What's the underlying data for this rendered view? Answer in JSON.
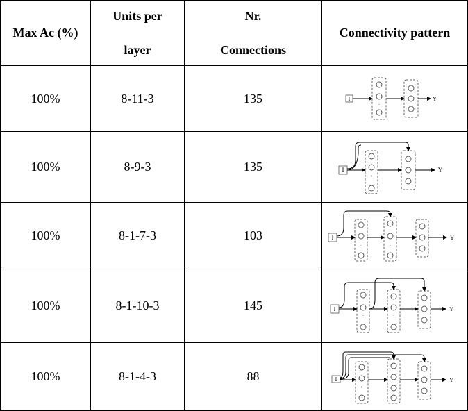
{
  "table": {
    "headers": {
      "max_ac": "Max Ac (%)",
      "units_line1": "Units per",
      "units_line2": "layer",
      "conn_line1": "Nr.",
      "conn_line2": "Connections",
      "pattern": "Connectivity pattern"
    },
    "rows": [
      {
        "max_ac": "100%",
        "units": "8-11-3",
        "connections": "135"
      },
      {
        "max_ac": "100%",
        "units": "8-9-3",
        "connections": "135"
      },
      {
        "max_ac": "100%",
        "units": "8-1-7-3",
        "connections": "103"
      },
      {
        "max_ac": "100%",
        "units": "8-1-10-3",
        "connections": "145"
      },
      {
        "max_ac": "100%",
        "units": "8-1-4-3",
        "connections": "88"
      }
    ]
  },
  "diagram_labels": {
    "input": "I",
    "output": "Y"
  }
}
